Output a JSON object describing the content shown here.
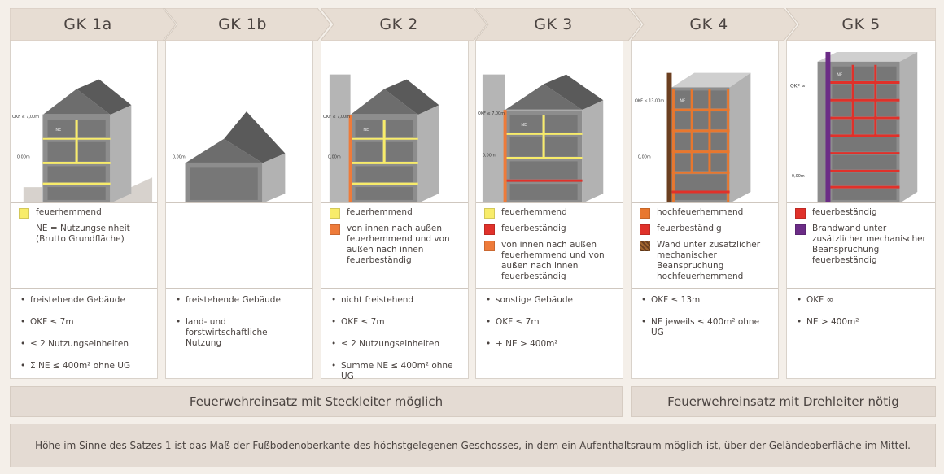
{
  "colors": {
    "feuerhemmend": "#f8ec6a",
    "feuerbestaendig": "#e0312a",
    "innen_aussen": "#ee7b3a",
    "hochfeuerhemmend": "#e8772e",
    "wand_mechanisch": "#6b3f20",
    "brandwand": "#6b2c86",
    "header_bg": "#e7ddd3",
    "band_bg": "#e4dbd3"
  },
  "columns": [
    {
      "title": "GK 1a",
      "labels": {
        "okf": "OKF ≤ 7,00m",
        "ground": "0,00m",
        "ne": "NE"
      },
      "legend": [
        {
          "color": "#f8ec6a",
          "text": "feuerhemmend"
        }
      ],
      "note": "NE = Nutzungseinheit\n(Brutto Grundfläche)",
      "bullets": [
        "freistehende Gebäude",
        "OKF ≤ 7m",
        "≤ 2 Nutzungseinheiten",
        "Σ NE ≤ 400m² ohne UG"
      ]
    },
    {
      "title": "GK 1b",
      "labels": {
        "ground": "0,00m"
      },
      "legend": [],
      "note": "",
      "bullets": [
        "freistehende Gebäude",
        "land- und forstwirtschaftliche Nutzung"
      ]
    },
    {
      "title": "GK 2",
      "labels": {
        "okf": "OKF ≤ 7,00m",
        "ground": "0,00m",
        "ne": "NE"
      },
      "legend": [
        {
          "color": "#f8ec6a",
          "text": "feuerhemmend"
        },
        {
          "color": "#ee7b3a",
          "text": "von innen nach außen feuerhemmend und von außen nach innen feuerbeständig"
        }
      ],
      "note": "",
      "bullets": [
        "nicht freistehend",
        "OKF ≤ 7m",
        "≤ 2 Nutzungseinheiten",
        "Summe NE ≤ 400m² ohne UG"
      ]
    },
    {
      "title": "GK 3",
      "labels": {
        "okf": "OKF ≤ 7,00m",
        "ground": "0,00m",
        "ne": "NE"
      },
      "legend": [
        {
          "color": "#f8ec6a",
          "text": "feuerhemmend"
        },
        {
          "color": "#e0312a",
          "text": "feuerbeständig"
        },
        {
          "color": "#ee7b3a",
          "text": "von innen nach außen feuerhemmend und von außen nach innen feuerbeständig"
        }
      ],
      "note": "",
      "bullets": [
        "sonstige Gebäude",
        "OKF ≤ 7m",
        "+ NE > 400m²"
      ]
    },
    {
      "title": "GK 4",
      "labels": {
        "okf": "OKF ≤ 13,00m",
        "ground": "0,00m",
        "ne": "NE"
      },
      "legend": [
        {
          "color": "#e8772e",
          "text": "hochfeuerhemmend"
        },
        {
          "color": "#e0312a",
          "text": "feuerbeständig"
        },
        {
          "color": "#6b3f20",
          "text": "Wand unter zusätzlicher mechanischer Beanspruchung hochfeuerhemmend"
        }
      ],
      "note": "",
      "bullets": [
        "OKF ≤ 13m",
        "NE jeweils ≤ 400m² ohne UG"
      ]
    },
    {
      "title": "GK 5",
      "labels": {
        "okf": "OKF ∞",
        "ground": "0,00m",
        "ne": "NE"
      },
      "legend": [
        {
          "color": "#e0312a",
          "text": "feuerbeständig"
        },
        {
          "color": "#6b2c86",
          "text": "Brandwand unter zusätzlicher mechanischer Beanspruchung feuerbeständig"
        }
      ],
      "note": "",
      "bullets": [
        "OKF ∞",
        "NE > 400m²"
      ]
    }
  ],
  "bands": {
    "left": "Feuerwehreinsatz mit Steckleiter möglich",
    "right": "Feuerwehreinsatz mit Drehleiter nötig"
  },
  "footer": "Höhe im Sinne des Satzes 1 ist das Maß der Fußbodenoberkante des höchstgelegenen Geschosses, in dem ein Aufenthaltsraum möglich ist, über der Geländeoberfläche im Mittel."
}
